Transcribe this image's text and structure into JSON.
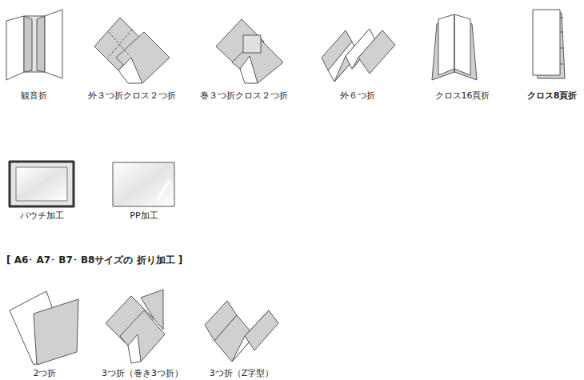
{
  "diagram": {
    "title": "[ A6･ A7･ B7･ B8サイズの 折り加工 ]",
    "labels": [
      "観音折",
      "外３つ折クロス２つ折",
      "巻３つ折クロス２つ折",
      "外６つ折",
      "クロス16頁折",
      "クロス8頁折",
      "パウチ加工",
      "PP加工",
      "2つ折",
      "3つ折（巻き3つ折）",
      "3つ折（Z字型）"
    ]
  }
}
